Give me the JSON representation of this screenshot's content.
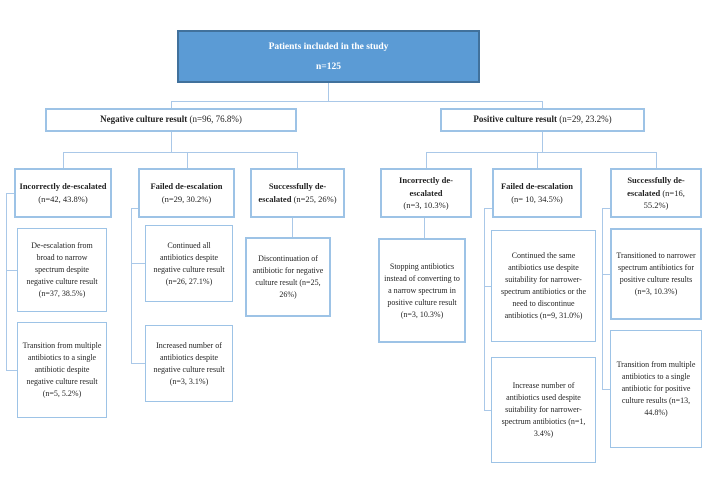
{
  "figure": {
    "root": {
      "title": "Patients included in the study",
      "count": "n=125"
    },
    "branches": [
      {
        "label": "Negative culture result",
        "stats": "(n=96, 76.8%)"
      },
      {
        "label": "Positive culture result",
        "stats": "(n=29, 23.2%)"
      }
    ],
    "outcomes": [
      {
        "label": "Incorrectly de-escalated",
        "stats": "(n=42, 43.8%)"
      },
      {
        "label": "Failed de-escalation",
        "stats": "(n=29, 30.2%)"
      },
      {
        "label": "Successfully de-escalated",
        "stats": "(n=25, 26%)"
      },
      {
        "label": "Incorrectly de-escalated",
        "stats": "(n=3, 10.3%)"
      },
      {
        "label": "Failed de-escalation",
        "stats": "(n= 10, 34.5%)"
      },
      {
        "label": "Successfully de-escalated",
        "stats": "(n=16, 55.2%)"
      }
    ],
    "details": [
      {
        "text": "De-escalation from broad to narrow spectrum despite negative culture result (n=37, 38.5%)"
      },
      {
        "text": "Transition from multiple antibiotics to a single antibiotic despite negative culture result (n=5, 5.2%)"
      },
      {
        "text": "Continued all antibiotics despite negative culture result (n=26, 27.1%)"
      },
      {
        "text": "Increased number of antibiotics despite negative culture result (n=3, 3.1%)"
      },
      {
        "text": "Discontinuation of antibiotic for negative culture result (n=25, 26%)"
      },
      {
        "text": "Stopping antibiotics instead of converting to a narrow spectrum in positive culture result (n=3, 10.3%)"
      },
      {
        "text": "Continued the same antibiotics use despite suitability for narrower-spectrum antibiotics or the need to discontinue antibiotics (n=9, 31.0%)"
      },
      {
        "text": "Increase number of antibiotics used despite suitability for narrower-spectrum antibiotics (n=1, 3.4%)"
      },
      {
        "text": "Transitioned to narrower spectrum antibiotics for positive culture results (n=3, 10.3%)"
      },
      {
        "text": "Transition from multiple antibiotics to a single antibiotic for positive culture results (n=13, 44.8%)"
      }
    ],
    "colors": {
      "root_fill": "#5b9bd5",
      "root_border": "#41719c",
      "box_border": "#9dc3e6",
      "connector": "#aac8e8",
      "text": "#1f1f1f"
    }
  }
}
